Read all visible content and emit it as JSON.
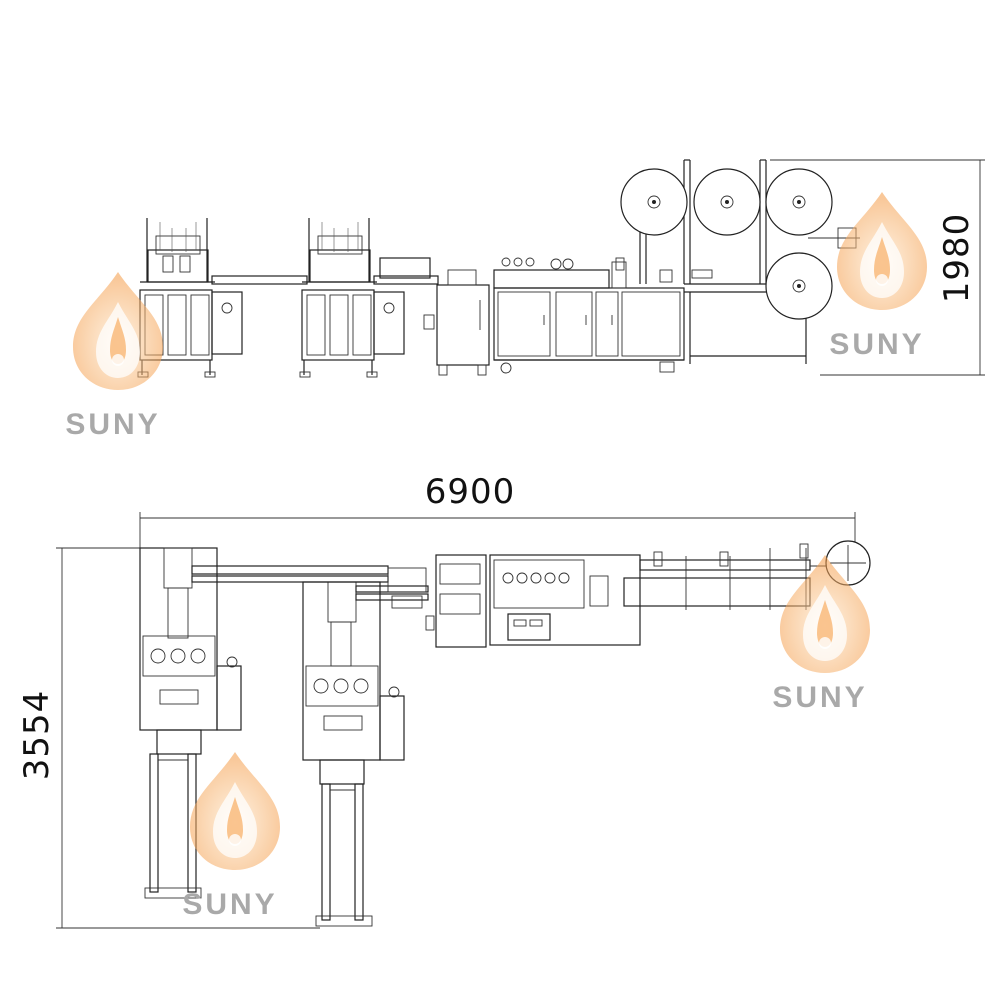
{
  "dimensions": {
    "height_label": "1980",
    "length_label": "6900",
    "width_label": "3554"
  },
  "watermarks": [
    {
      "text": "SUNY"
    },
    {
      "text": "SUNY"
    },
    {
      "text": "SUNY"
    },
    {
      "text": "SUNY"
    }
  ],
  "colors": {
    "line": "#222222",
    "watermark_flame_outer": "#f6a04a",
    "watermark_flame_inner": "#fbe0b8",
    "watermark_text": "#a9a9a9"
  }
}
